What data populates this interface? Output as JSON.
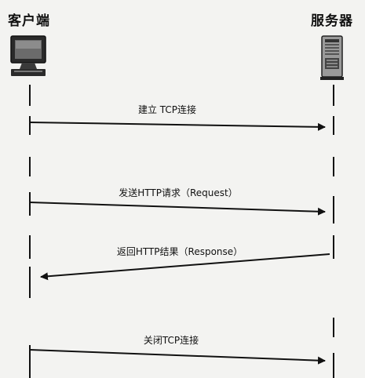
{
  "client": {
    "label": "客户端",
    "icon": "computer-monitor-icon"
  },
  "server": {
    "label": "服务器",
    "icon": "server-tower-icon"
  },
  "messages": [
    {
      "label": "建立 TCP连接",
      "direction": "client-to-server"
    },
    {
      "label": "发送HTTP请求（Request）",
      "direction": "client-to-server"
    },
    {
      "label": "返回HTTP结果（Response）",
      "direction": "server-to-client"
    },
    {
      "label": "关闭TCP连接",
      "direction": "client-to-server"
    }
  ],
  "colors": {
    "line": "#111111",
    "background": "#f3f3f1"
  }
}
